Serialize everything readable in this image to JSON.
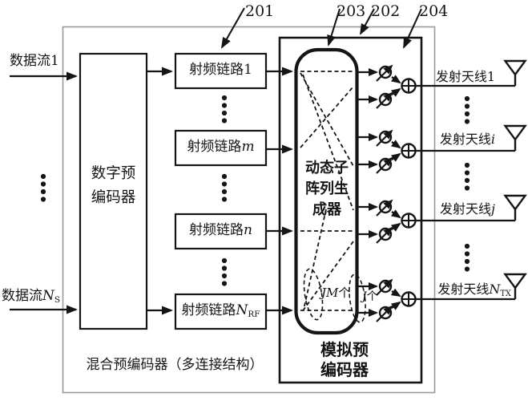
{
  "ref_labels": {
    "l201": "201",
    "l202": "202",
    "l203": "203",
    "l204": "204"
  },
  "streams": [
    {
      "text": "数据流1",
      "var": "",
      "sub": ""
    },
    {
      "text": "数据流",
      "var": "N",
      "sub": "S"
    }
  ],
  "digital_precoder": {
    "line1": "数字预",
    "line2": "编码器"
  },
  "rf_chains": [
    {
      "text": "射频链路1",
      "var": "",
      "sub": ""
    },
    {
      "text": "射频链路",
      "var": "m",
      "sub": ""
    },
    {
      "text": "射频链路",
      "var": "n",
      "sub": ""
    },
    {
      "text": "射频链路",
      "var": "N",
      "sub": "RF"
    }
  ],
  "subarray_generator": {
    "line1": "动态子",
    "line2": "阵列生",
    "line3": "成器"
  },
  "analog_precoder": {
    "line1": "模拟预",
    "line2": "编码器"
  },
  "hybrid_caption": "混合预编码器（多连接结构）",
  "antennas": [
    {
      "text": "发射天线1",
      "var": "",
      "sub": ""
    },
    {
      "text": "发射天线",
      "var": "i",
      "sub": ""
    },
    {
      "text": "发射天线",
      "var": "j",
      "sub": ""
    },
    {
      "text": "发射天线",
      "var": "N",
      "sub": "TX"
    }
  ],
  "cluster_labels": {
    "jm_var": "JM",
    "jm_suffix": "个",
    "j_var": "J",
    "j_suffix": "个"
  },
  "icons": {
    "phase-shifter-icon": "⊘ with arrow",
    "combiner-icon": "⊕",
    "antenna-icon": "▽"
  }
}
